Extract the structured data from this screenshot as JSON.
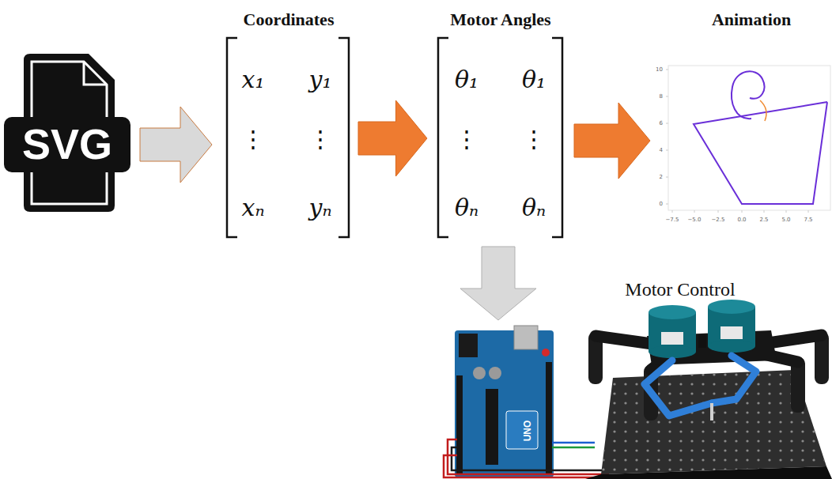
{
  "diagram": {
    "nodes": [
      {
        "text": [
          "SVG"
        ]
      },
      {
        "text": [
          "Coordinates",
          "x₁",
          "y₁",
          "⋮",
          "⋮",
          "xₙ",
          "yₙ"
        ]
      },
      {
        "text": [
          "Motor Angles",
          "θ₁",
          "θ₁",
          "⋮",
          "⋮",
          "θₙ",
          "θₙ"
        ]
      },
      {
        "text": [
          "Animation"
        ]
      },
      {
        "text": [
          "UNO"
        ]
      },
      {
        "text": [
          "Motor Control"
        ]
      }
    ],
    "edges": [
      {
        "from": 0,
        "to": 1,
        "arrow": "to"
      },
      {
        "from": 1,
        "to": 2,
        "arrow": "to"
      },
      {
        "from": 2,
        "to": 3,
        "arrow": "to"
      },
      {
        "from": 2,
        "to": 4,
        "arrow": "to"
      }
    ],
    "labels": [
      "10",
      "8",
      "6",
      "4",
      "2",
      "0",
      "−7.5",
      "−5.0",
      "−2.5",
      "0.0",
      "2.5",
      "5.0",
      "7.5"
    ]
  }
}
